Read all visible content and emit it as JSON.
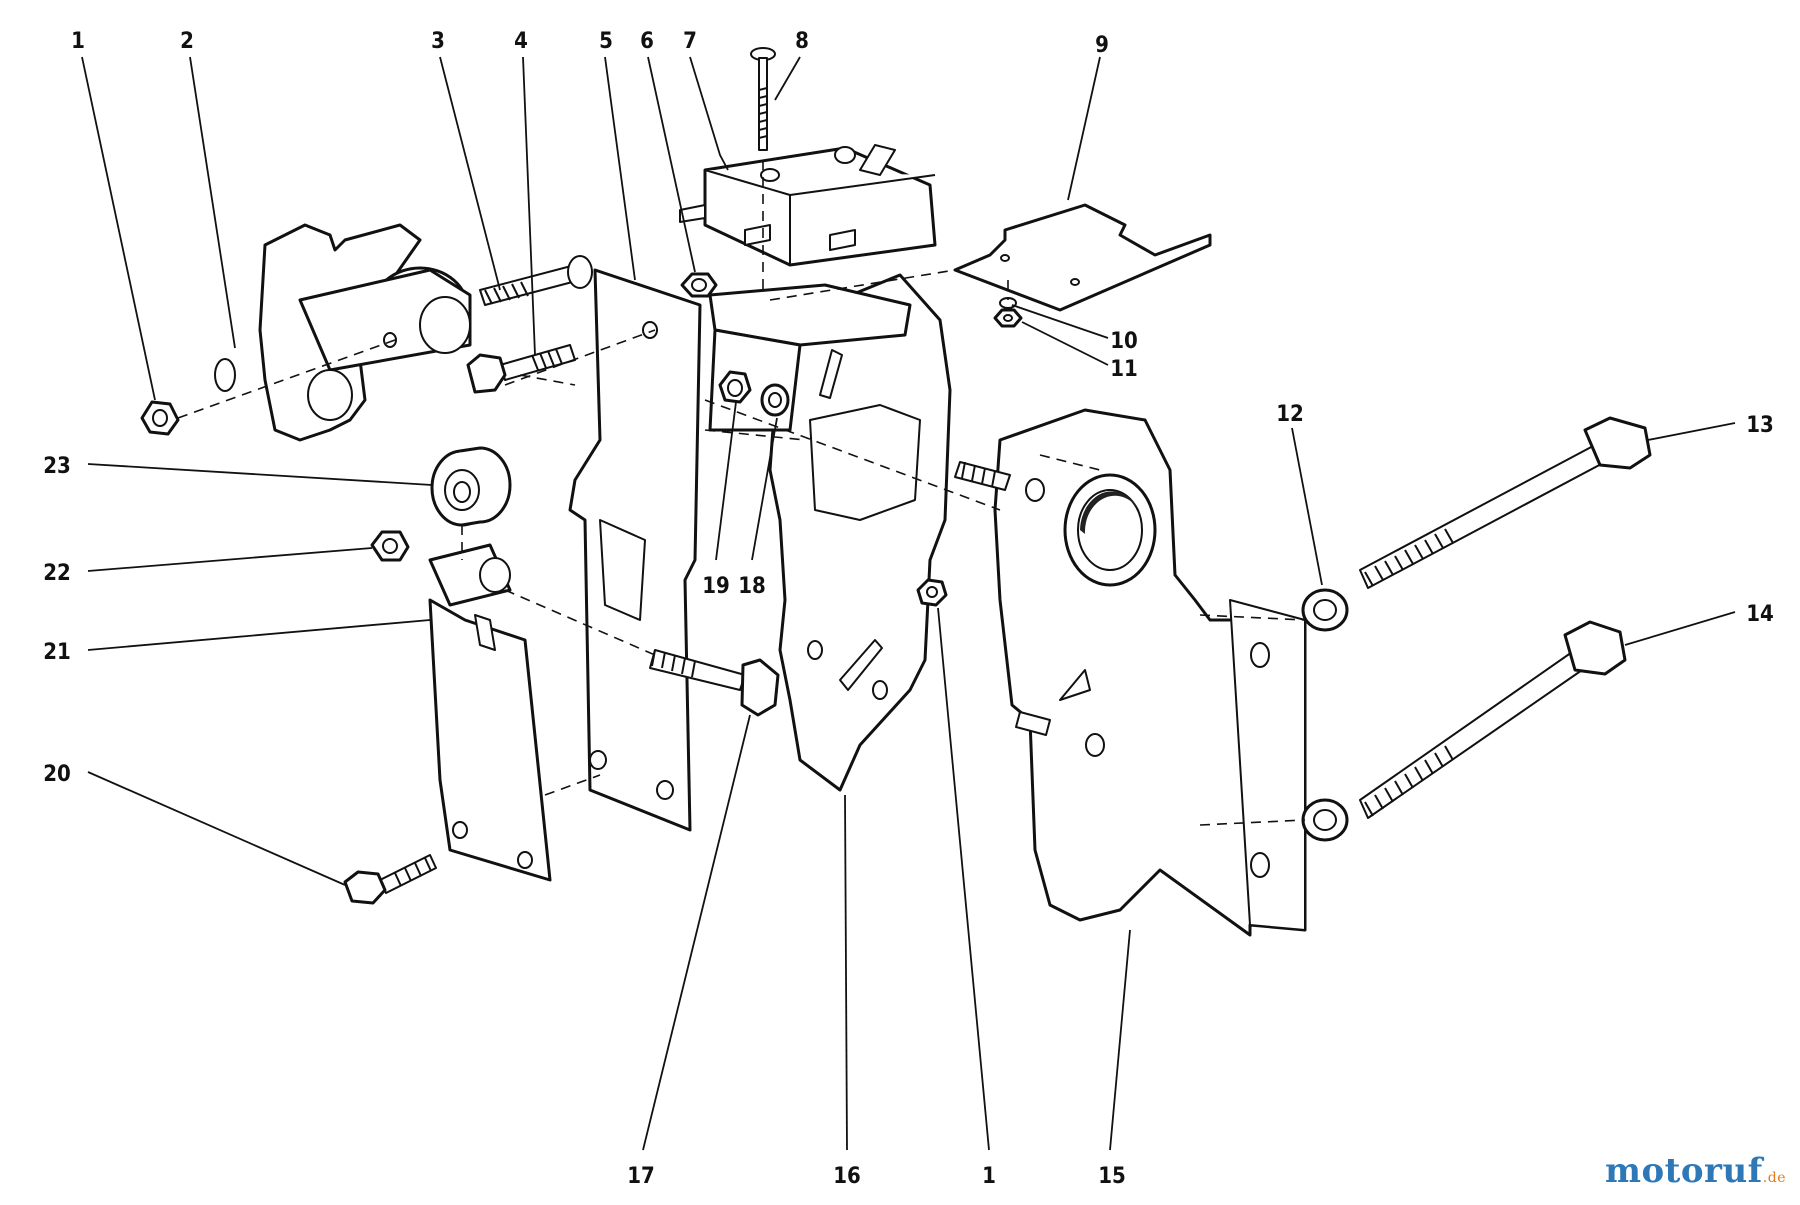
{
  "diagram": {
    "callouts": [
      {
        "id": "c1a",
        "label": "1"
      },
      {
        "id": "c2",
        "label": "2"
      },
      {
        "id": "c3",
        "label": "3"
      },
      {
        "id": "c4",
        "label": "4"
      },
      {
        "id": "c5",
        "label": "5"
      },
      {
        "id": "c6",
        "label": "6"
      },
      {
        "id": "c7",
        "label": "7"
      },
      {
        "id": "c8",
        "label": "8"
      },
      {
        "id": "c9",
        "label": "9"
      },
      {
        "id": "c10",
        "label": "10"
      },
      {
        "id": "c11",
        "label": "11"
      },
      {
        "id": "c12",
        "label": "12"
      },
      {
        "id": "c13",
        "label": "13"
      },
      {
        "id": "c14",
        "label": "14"
      },
      {
        "id": "c15",
        "label": "15"
      },
      {
        "id": "c16",
        "label": "16"
      },
      {
        "id": "c1b",
        "label": "1"
      },
      {
        "id": "c17",
        "label": "17"
      },
      {
        "id": "c18",
        "label": "18"
      },
      {
        "id": "c19",
        "label": "19"
      },
      {
        "id": "c20",
        "label": "20"
      },
      {
        "id": "c21",
        "label": "21"
      },
      {
        "id": "c22",
        "label": "22"
      },
      {
        "id": "c23",
        "label": "23"
      }
    ]
  },
  "watermark": {
    "text_main": "motoruf",
    "text_suffix": ".de",
    "colors": {
      "primary": "#2e78b8",
      "accent": "#e07a1a"
    }
  }
}
